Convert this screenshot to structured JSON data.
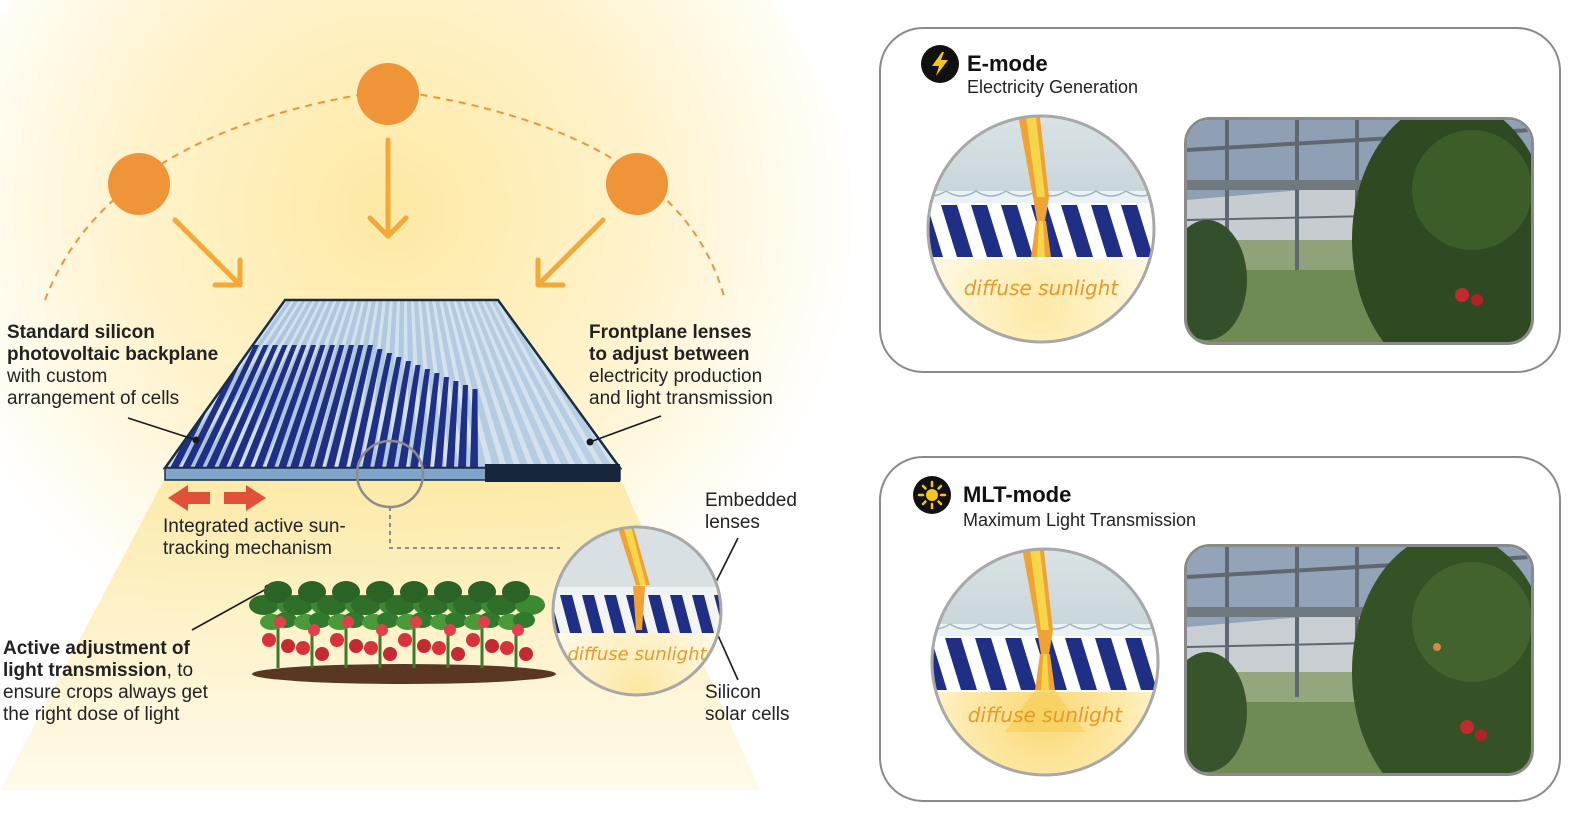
{
  "left": {
    "backplane_label": {
      "bold_line1": "Standard silicon",
      "bold_line2": "photovoltaic backplane",
      "line3": "with custom",
      "line4": "arrangement of cells"
    },
    "frontplane_label": {
      "bold_line1": "Frontplane lenses",
      "bold_line2": "to adjust between",
      "line3": "electricity production",
      "line4": "and light transmission"
    },
    "tracking_label": {
      "line1": "Integrated active sun-",
      "line2": "tracking mechanism"
    },
    "adjust_label": {
      "bold_line1": "Active adjustment of",
      "bold_line2": "light transmission",
      "line2_rest": ", to",
      "line3": "ensure crops always get",
      "line4": "the right dose of light"
    },
    "lenses_label": {
      "line1": "Embedded",
      "line2": "lenses"
    },
    "cells_label": {
      "line1": "Silicon",
      "line2": "solar cells"
    },
    "inset_caption": "diffuse sunlight"
  },
  "emode": {
    "title": "E-mode",
    "subtitle": "Electricity Generation",
    "icon": "lightning-icon",
    "caption": "diffuse sunlight"
  },
  "mltmode": {
    "title": "MLT-mode",
    "subtitle": "Maximum Light Transmission",
    "icon": "sun-icon",
    "caption": "diffuse sunlight"
  },
  "colors": {
    "sun": "#f0943a",
    "arrow": "#f3a93a",
    "cell_blue": "#1f2f86",
    "lens_blue": "#a9c4de",
    "tracking_arrow": "#e0503a",
    "diffuse_text": "#e79a2a"
  }
}
